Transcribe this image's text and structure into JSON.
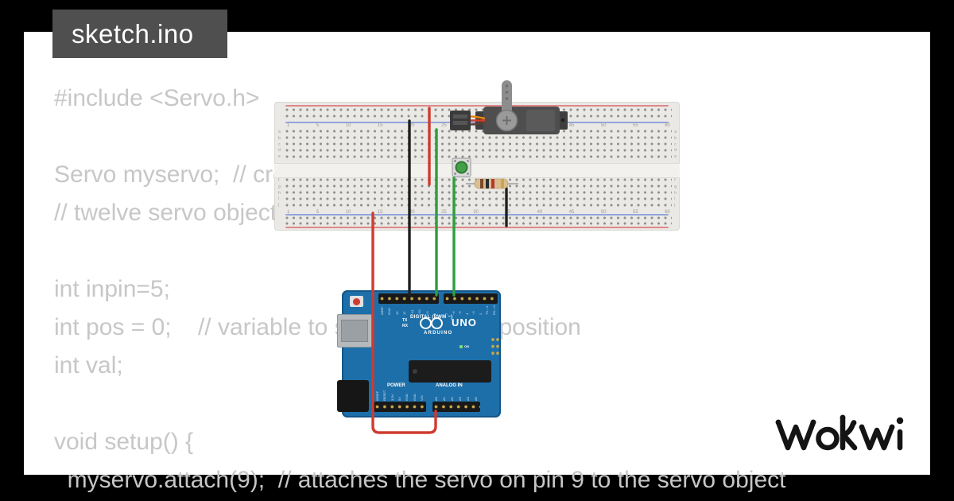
{
  "editor": {
    "file_tab": "sketch.ino",
    "code_lines": [
      "#include <Servo.h>",
      "",
      "Servo myservo;  // create servo object to control a servo",
      "// twelve servo objects can be created on most boards",
      "",
      "int inpin=5;",
      "int pos = 0;    // variable to store the servo position",
      "int val;",
      "",
      "void setup() {",
      "  myservo.attach(9);  // attaches the servo on pin 9 to the servo object"
    ]
  },
  "breadboard": {
    "column_numbers": [
      "1",
      "5",
      "10",
      "15",
      "20",
      "25",
      "30",
      "35",
      "40",
      "45",
      "50",
      "55",
      "60"
    ],
    "row_letters_top": [
      "a",
      "b",
      "c",
      "d",
      "e"
    ],
    "row_letters_bottom": [
      "f",
      "g",
      "h",
      "i",
      "j"
    ]
  },
  "arduino": {
    "digital_label": "DIGITAL (PWM ~)",
    "model": "UNO",
    "brand": "ARDUINO",
    "tx_label": "TX",
    "rx_label": "RX",
    "on_label": "ON",
    "digital_pins_left": [
      "AREF",
      "GND",
      "13",
      "12",
      "~11",
      "~10",
      "~9",
      "8"
    ],
    "digital_pins_right": [
      "7",
      "~6",
      "~5",
      "4",
      "~3",
      "2",
      "TX→1",
      "RX←0"
    ],
    "power_label": "POWER",
    "analog_label": "ANALOG IN",
    "power_pins": [
      "IOREF",
      "RESET",
      "3.3V",
      "5V",
      "GND",
      "GND",
      "VIN"
    ],
    "analog_pins": [
      "A0",
      "A1",
      "A2",
      "A3",
      "A4",
      "A5"
    ]
  },
  "logo": {
    "brand": "WOKWI"
  },
  "colors": {
    "frame": "#000000",
    "tab_bg": "#4f4f4f",
    "code_text": "#c7c7c7",
    "board_blue": "#1d6fa9",
    "wire_red": "#cf3b2f",
    "wire_black": "#1f1f1f",
    "wire_green": "#2e9e3e",
    "button_cap_green": "#43a047"
  }
}
